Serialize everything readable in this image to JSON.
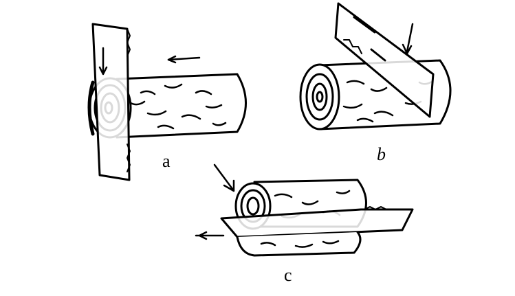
{
  "figure": {
    "labels": {
      "a": "a",
      "b": "b",
      "c": "c"
    },
    "colors": {
      "ink": "#000000",
      "background": "#ffffff"
    }
  }
}
